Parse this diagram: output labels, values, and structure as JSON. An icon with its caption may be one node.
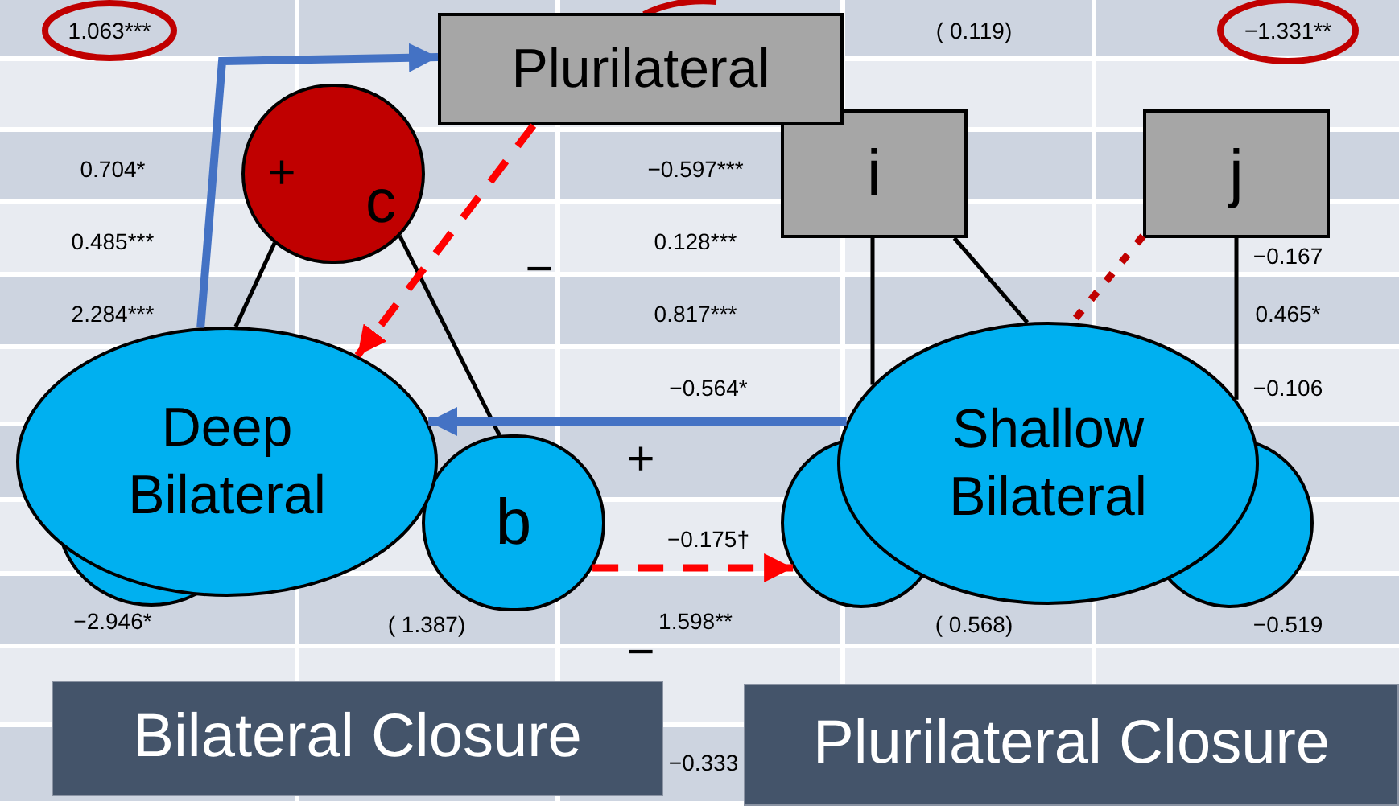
{
  "diagram": {
    "nodes": [
      {
        "text": [
          "Plurilateral"
        ]
      },
      {
        "text": [
          "c"
        ]
      },
      {
        "text": [
          "Deep Bilateral"
        ]
      },
      {
        "text": [
          "b"
        ]
      },
      {
        "text": [
          "i"
        ]
      },
      {
        "text": [
          "j"
        ]
      },
      {
        "text": [
          "Shallow Bilateral"
        ]
      },
      {
        "text": [
          "Bilateral Closure"
        ]
      },
      {
        "text": [
          "Plurilateral Closure"
        ]
      }
    ],
    "edges": [
      {
        "from": 1,
        "to": 2,
        "arrow": "none"
      },
      {
        "from": 1,
        "to": 3,
        "arrow": "none"
      },
      {
        "from": 4,
        "to": 6,
        "arrow": "none"
      },
      {
        "from": 4,
        "to": 6,
        "arrow": "none"
      },
      {
        "from": 5,
        "to": 6,
        "arrow": "none"
      },
      {
        "from": 5,
        "to": 6,
        "arrow": "none",
        "style": "dashed",
        "color": "#c00000"
      },
      {
        "from": 2,
        "to": 0,
        "arrow": "to",
        "style": "thick",
        "color": "#4472c4"
      },
      {
        "from": 6,
        "to": 2,
        "arrow": "to",
        "style": "thick",
        "color": "#4472c4"
      },
      {
        "from": 0,
        "to": 2,
        "arrow": "to",
        "style": "dashed",
        "color": "#ff0000"
      },
      {
        "from": 3,
        "to": 6,
        "arrow": "to",
        "style": "dashed",
        "color": "#ff0000"
      }
    ],
    "labels": [
      "1.063***",
      "( 0.119)",
      "−1.331**",
      "0.704*",
      "+",
      "−0.597***",
      "0.485***",
      "0.128***",
      "−",
      "−0.167",
      "2.284***",
      "0.817***",
      "0.465*",
      "−0.564*",
      "−0.106",
      "+",
      "−0.175†",
      "−2.946*",
      "( 1.387)",
      "1.598**",
      "( 0.568)",
      "−0.519",
      "−",
      "−0.333"
    ]
  }
}
